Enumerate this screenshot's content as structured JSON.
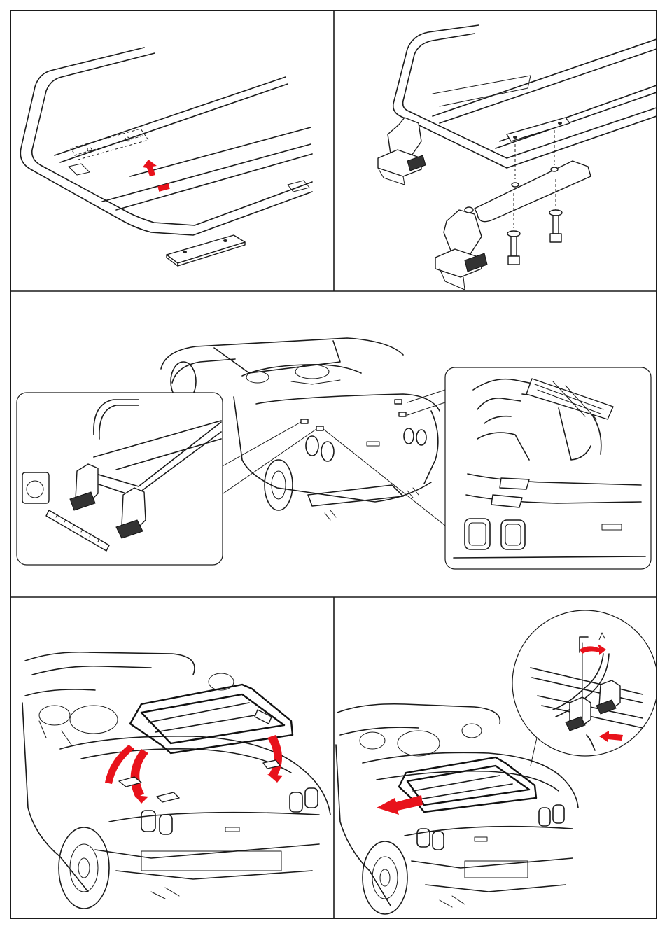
{
  "colors": {
    "line": "#1a1a1a",
    "accent_arrow": "#e8121b",
    "frame": "#1a1a1a",
    "background": "#ffffff"
  },
  "panels": [
    {
      "id": "step-1",
      "depicts": [
        "rack-frame",
        "mounting-plate",
        "up-arrow"
      ]
    },
    {
      "id": "step-2",
      "depicts": [
        "rack-frame",
        "mounting-feet",
        "bolts",
        "washers"
      ]
    },
    {
      "id": "step-3",
      "depicts": [
        "car-rear",
        "detail-measure",
        "detail-adhesive-pads"
      ]
    },
    {
      "id": "step-4",
      "depicts": [
        "car-rear",
        "rack-placement",
        "curved-arrows"
      ]
    },
    {
      "id": "step-5",
      "depicts": [
        "car-rear",
        "rack-installed",
        "detail-lock-key",
        "push-arrow"
      ]
    }
  ]
}
